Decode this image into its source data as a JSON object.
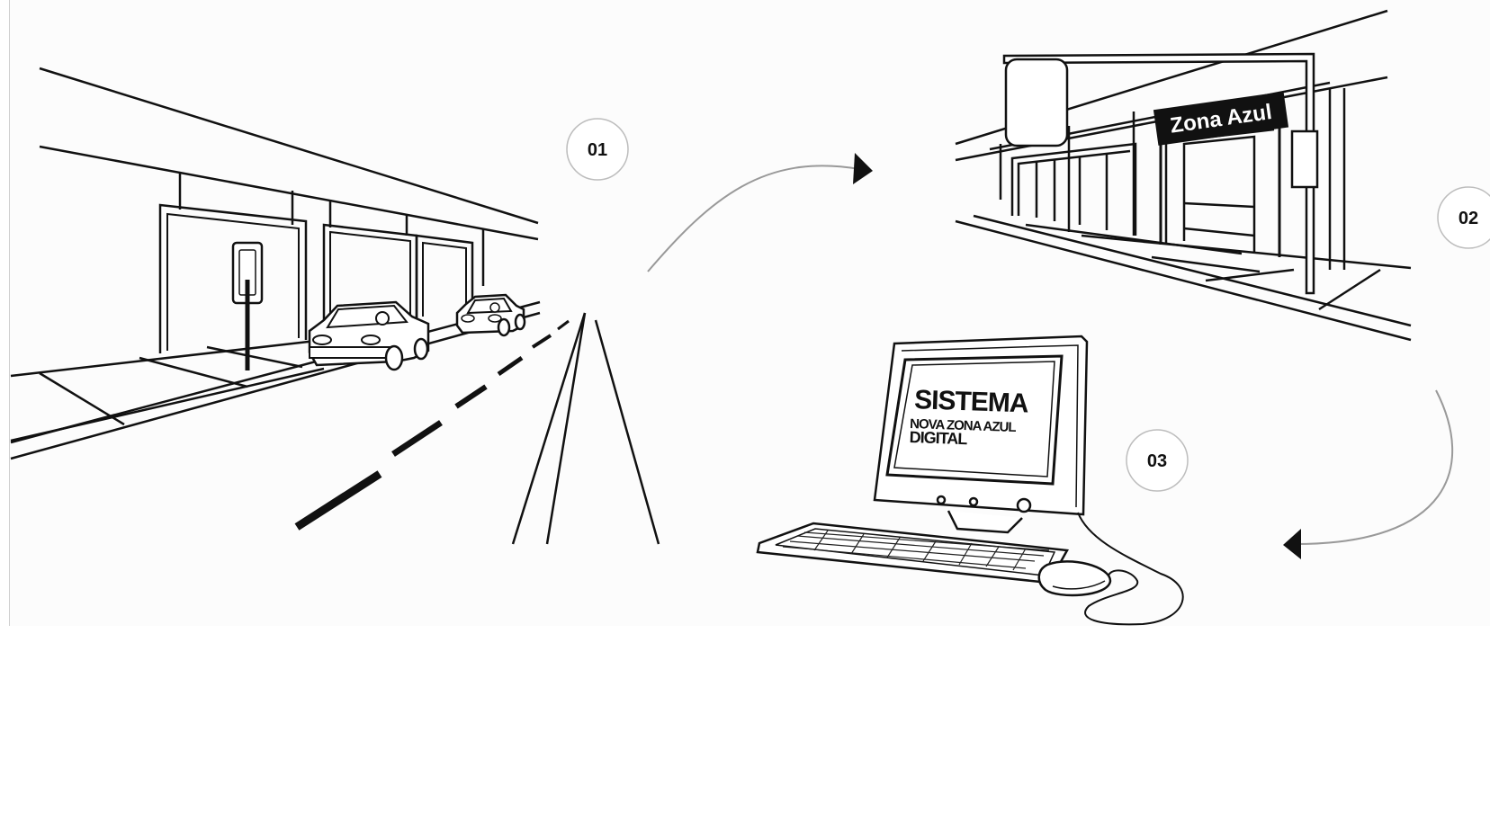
{
  "diagram": {
    "steps": [
      {
        "number": "01"
      },
      {
        "number": "02"
      },
      {
        "number": "03"
      }
    ],
    "shop_sign": "Zona Azul",
    "screen": {
      "line1": "SISTEMA",
      "line2": "NOVA ZONA AZUL",
      "line3": "DIGITAL"
    }
  }
}
